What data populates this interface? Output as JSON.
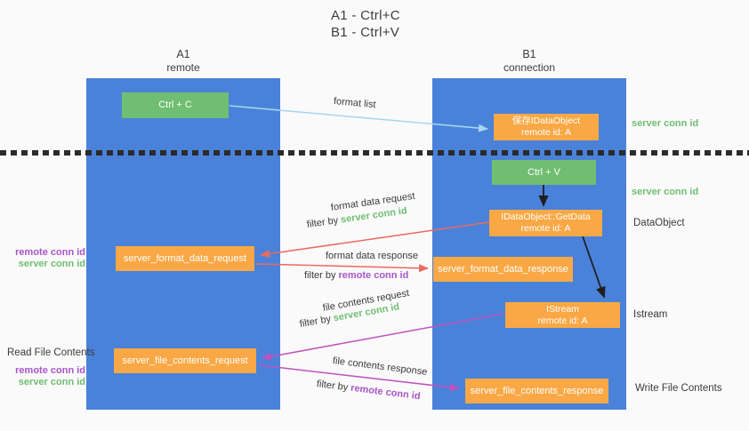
{
  "title": {
    "line1": "A1 - Ctrl+C",
    "line2": "B1 - Ctrl+V"
  },
  "lifelines": {
    "a1": {
      "name": "A1",
      "role": "remote"
    },
    "b1": {
      "name": "B1",
      "role": "connection"
    }
  },
  "nodes": {
    "ctrl_c": {
      "label": "Ctrl + C"
    },
    "ctrl_v": {
      "label": "Ctrl + V"
    },
    "save_dataobject": {
      "line1": "保存IDataObject",
      "line2": "remote id: A"
    },
    "getdata": {
      "line1": "IDataObject::GetData",
      "line2": "remote id: A"
    },
    "istream": {
      "line1": "IStream",
      "line2": "remote id: A"
    },
    "format_request": {
      "label": "server_format_data_request"
    },
    "format_response": {
      "label": "server_format_data_response"
    },
    "file_request": {
      "label": "server_file_contents_request"
    },
    "file_response": {
      "label": "server_file_contents_response"
    }
  },
  "flow": {
    "format_list": "format list",
    "format_data_request": "format data request",
    "format_data_response": "format data response",
    "file_contents_request": "file contents request",
    "file_contents_response": "file contents response",
    "filter_prefix": "filter by",
    "server_conn_id": "server conn id",
    "remote_conn_id": "remote conn id"
  },
  "side": {
    "server_conn_id_top": "server conn id",
    "server_conn_id_mid": "server conn id",
    "dataobject": "DataObject",
    "istream": "Istream",
    "write_file_contents": "Write File Contents",
    "read_file_contents": "Read File Contents",
    "left_top_remote": "remote conn id",
    "left_top_server": "server conn id",
    "left_bottom_remote": "remote conn id",
    "left_bottom_server": "server conn id"
  },
  "colors": {
    "lifeline_blue": "#4a82da",
    "node_green": "#6fbe71",
    "node_orange": "#f9a845",
    "arrow_blue": "#a7d7f0",
    "arrow_red": "#e96a5f",
    "arrow_magenta": "#be53be",
    "arrow_black": "#1f1f1f",
    "label_green": "#6fbe71",
    "label_purple": "#a855c9",
    "text_dark": "#3a3a3a"
  }
}
